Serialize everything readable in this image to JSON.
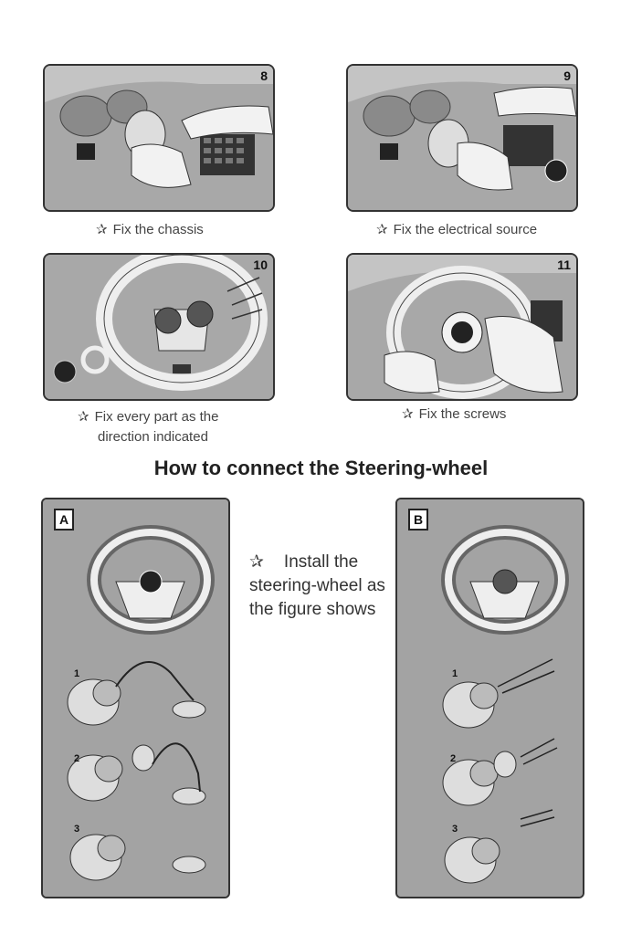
{
  "steps": [
    {
      "number": "8",
      "caption": "Fix the chassis"
    },
    {
      "number": "9",
      "caption": "Fix the electrical source"
    },
    {
      "number": "10",
      "caption_line1": "Fix every part as the",
      "caption_line2": "direction indicated"
    },
    {
      "number": "11",
      "caption": "Fix the screws"
    }
  ],
  "star_glyph": "✰",
  "heading": "How to connect the Steering-wheel",
  "figure_a": {
    "letter": "A",
    "steps": [
      "1",
      "2",
      "3"
    ]
  },
  "figure_b": {
    "letter": "B",
    "steps": [
      "1",
      "2",
      "3"
    ]
  },
  "install_text": "Install the steering-wheel as the figure shows"
}
